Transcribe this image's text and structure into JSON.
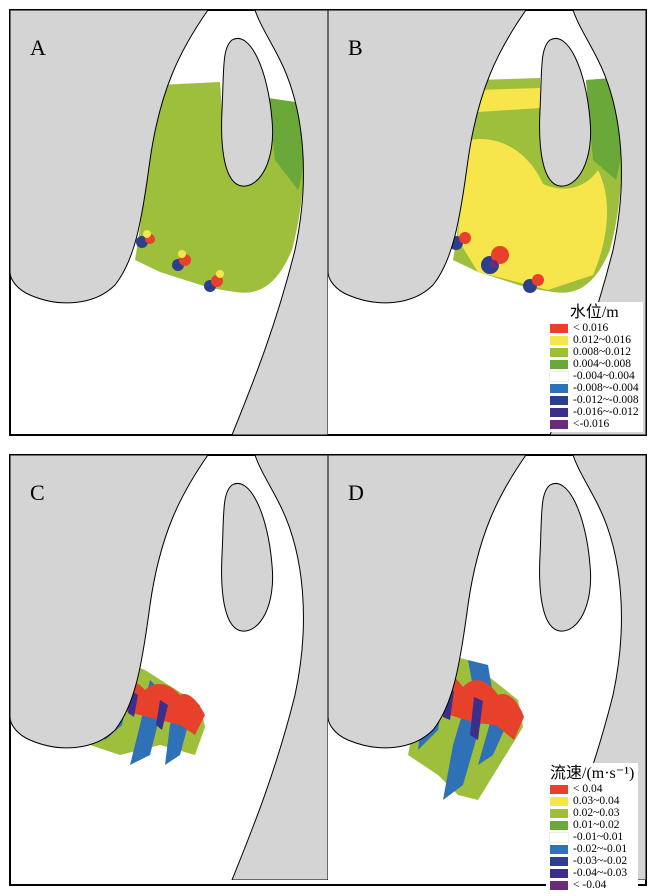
{
  "panels": [
    {
      "label": "A"
    },
    {
      "label": "B"
    },
    {
      "label": "C"
    },
    {
      "label": "D"
    }
  ],
  "land_color": "#d4d4d4",
  "legend_water_level": {
    "title": "水位/m",
    "items": [
      {
        "label": "< 0.016",
        "color": "#e8412b"
      },
      {
        "label": "0.012~0.016",
        "color": "#f6e64b"
      },
      {
        "label": "0.008~0.012",
        "color": "#9dbf3b"
      },
      {
        "label": "0.004~0.008",
        "color": "#6ba83a"
      },
      {
        "label": "-0.004~0.004",
        "color": "#ffffff"
      },
      {
        "label": "-0.008~-0.004",
        "color": "#2f71b6"
      },
      {
        "label": "-0.012~-0.008",
        "color": "#2b3f8d"
      },
      {
        "label": "-0.016~-0.012",
        "color": "#3b2f8b"
      },
      {
        "label": "<-0.016",
        "color": "#6b2b7b"
      }
    ]
  },
  "legend_velocity": {
    "title": "流速/(m·s⁻¹)",
    "items": [
      {
        "label": "< 0.04",
        "color": "#e8412b"
      },
      {
        "label": "0.03~0.04",
        "color": "#f6e64b"
      },
      {
        "label": "0.02~0.03",
        "color": "#9dbf3b"
      },
      {
        "label": "0.01~0.02",
        "color": "#6ba83a"
      },
      {
        "label": "-0.01~0.01",
        "color": "#ffffff"
      },
      {
        "label": "-0.02~-0.01",
        "color": "#2f71b6"
      },
      {
        "label": "-0.03~-0.02",
        "color": "#2b3f8d"
      },
      {
        "label": "-0.04~-0.03",
        "color": "#3b2f8b"
      },
      {
        "label": "< -0.04",
        "color": "#6b2b7b"
      }
    ]
  }
}
